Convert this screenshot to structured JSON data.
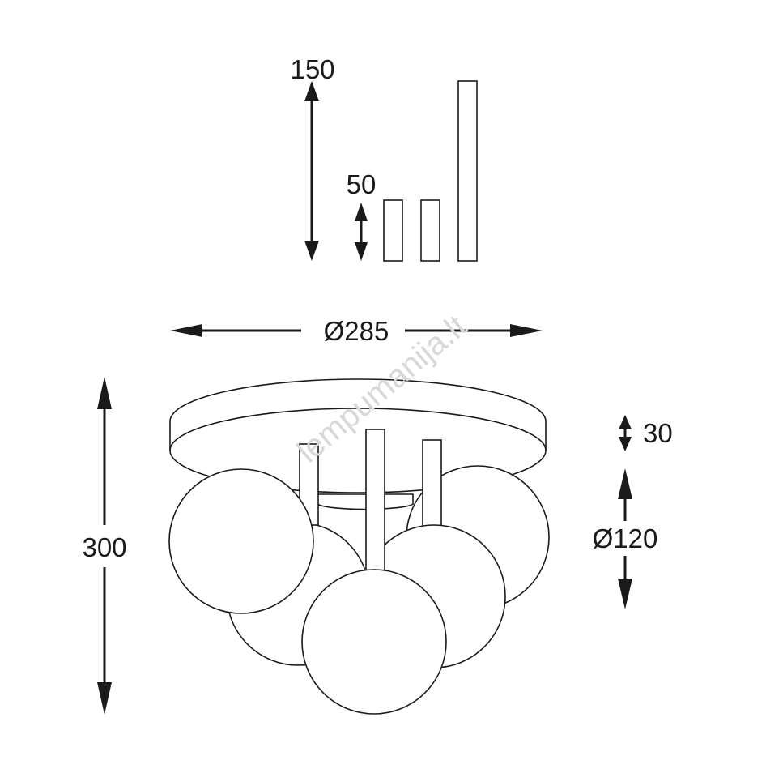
{
  "dimensions": {
    "max_rod_height": "150",
    "min_rod_height": "50",
    "canopy_diameter": "Ø285",
    "canopy_height": "30",
    "globe_diameter": "Ø120",
    "total_height": "300"
  },
  "watermark": "lempumanija.lt",
  "colors": {
    "line": "#1a1a1a",
    "background": "#ffffff",
    "watermark": "#d8d8d8"
  }
}
